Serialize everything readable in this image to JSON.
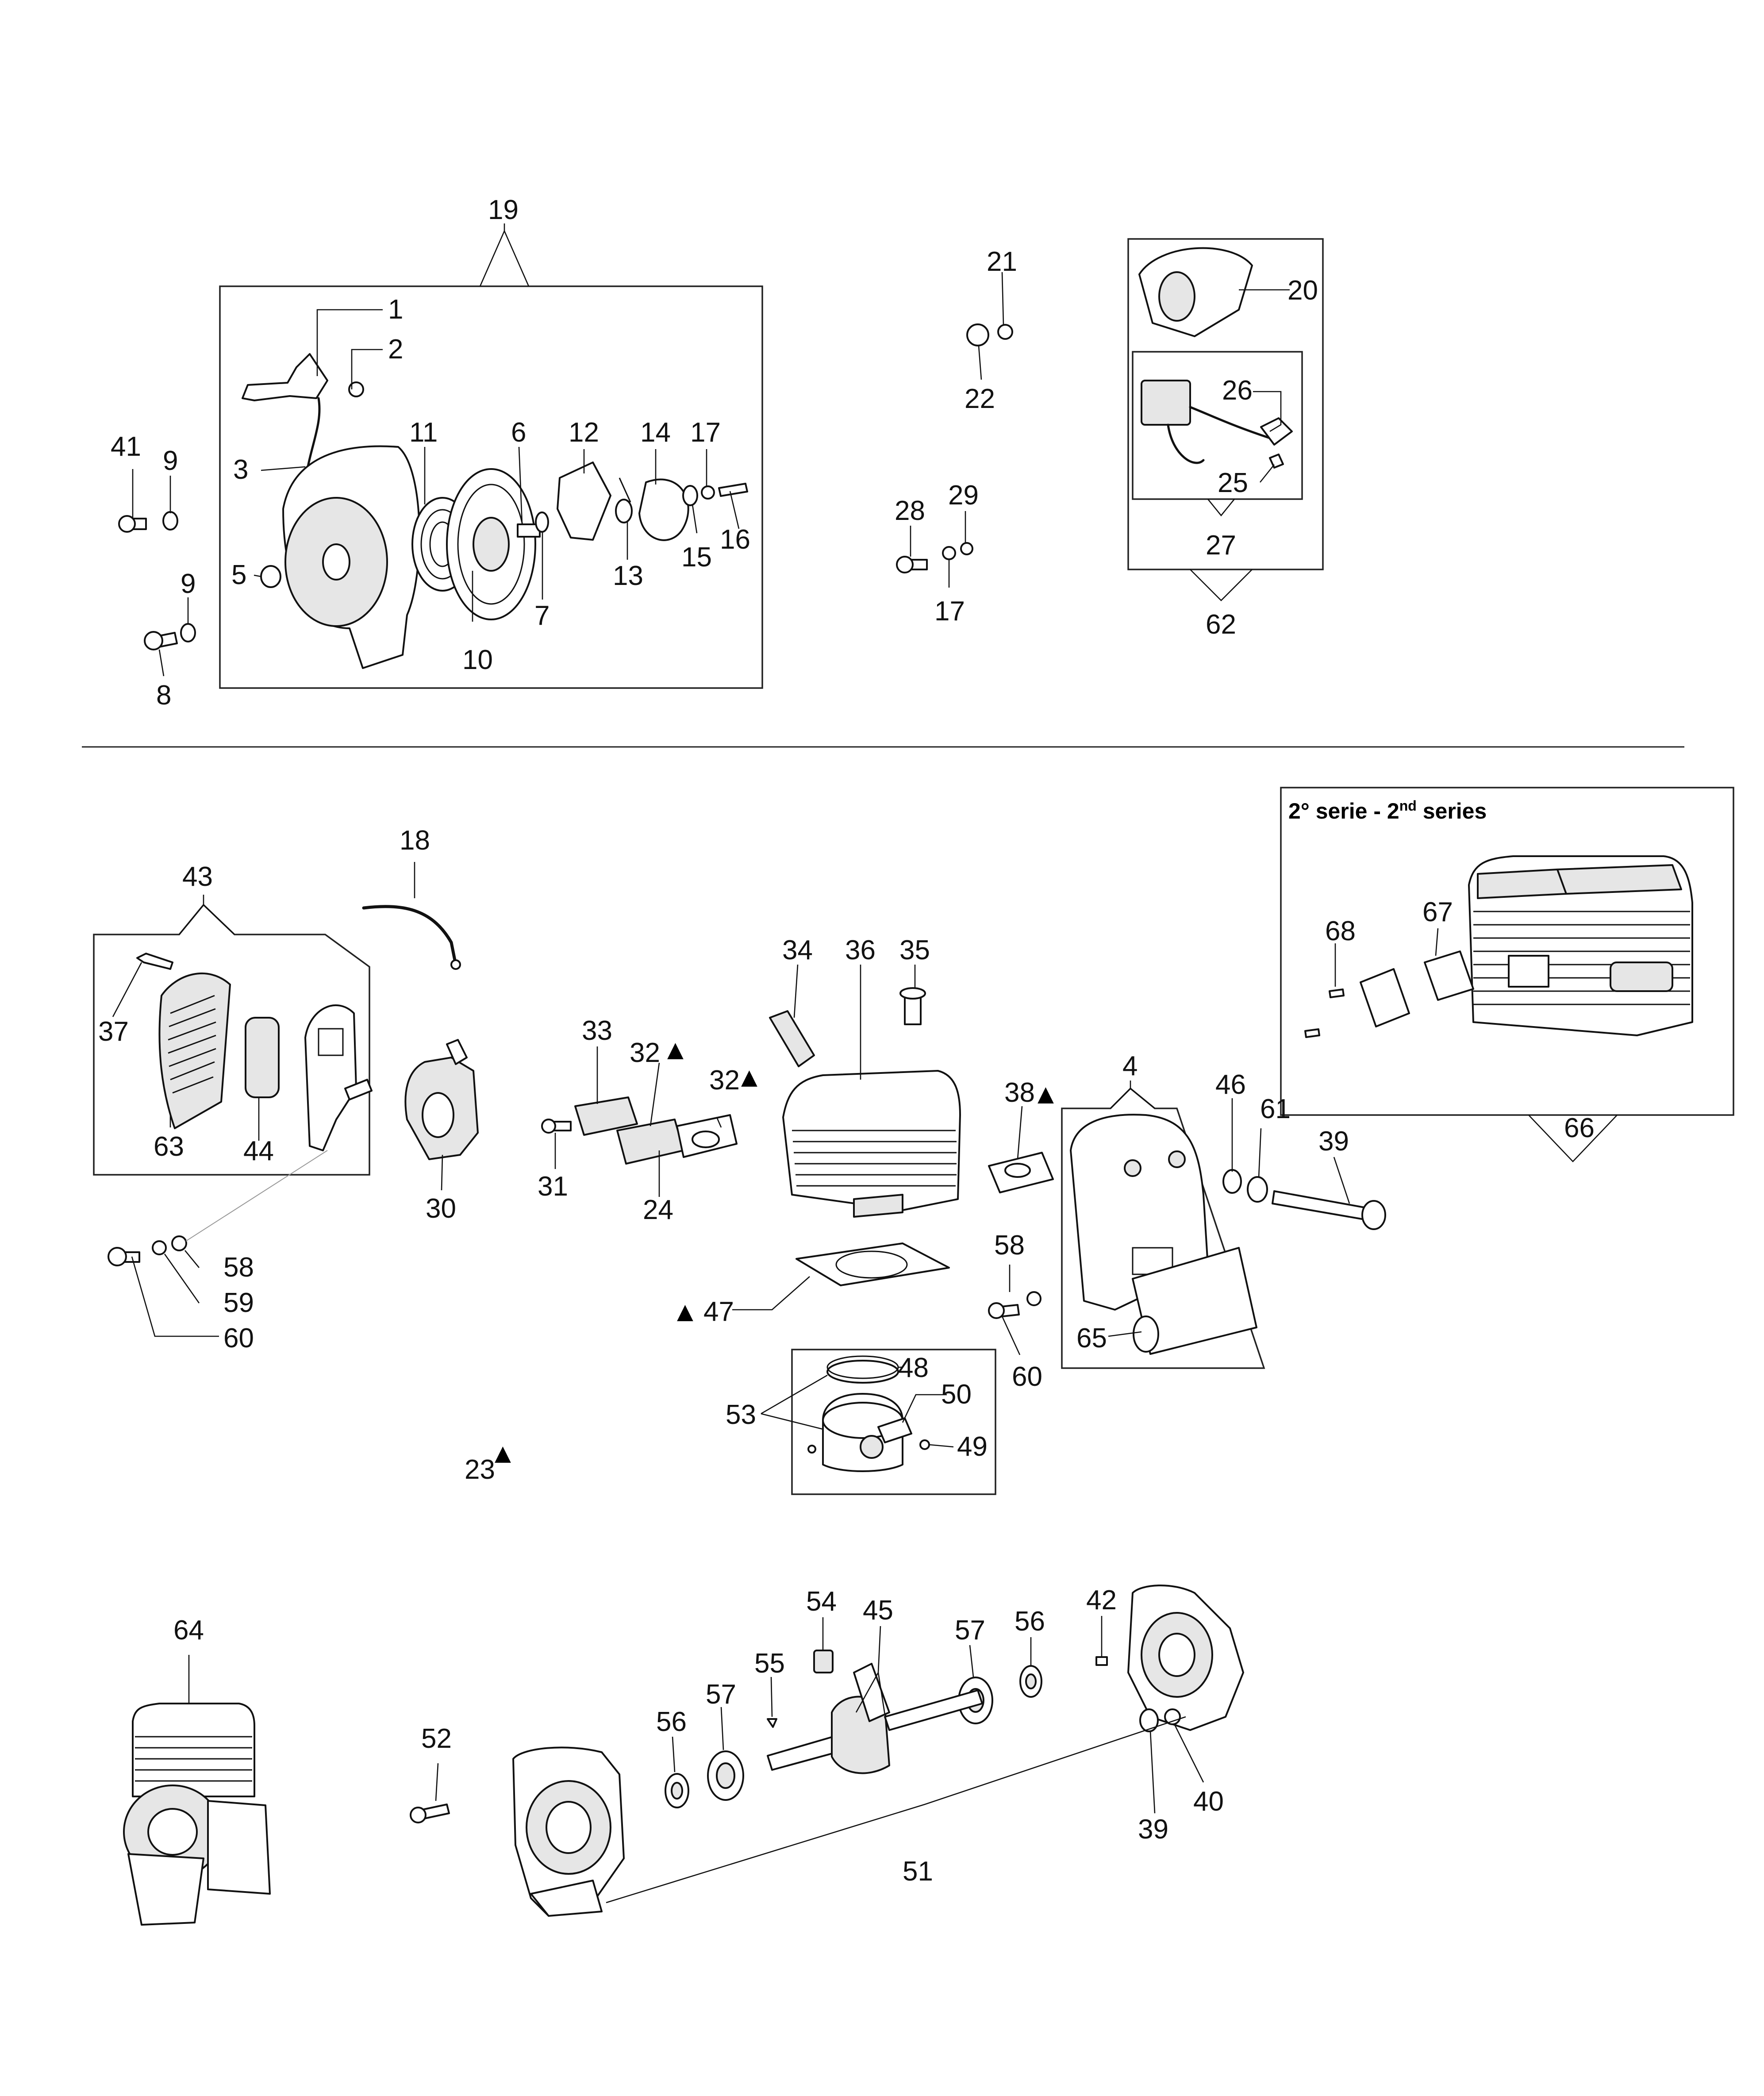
{
  "series_box": {
    "heading": "2° serie - 2",
    "heading_sup": "nd",
    "heading_tail": " series"
  },
  "marker": "▲",
  "labels": {
    "l1": "1",
    "l2": "2",
    "l3": "3",
    "l4": "4",
    "l5": "5",
    "l6": "6",
    "l7": "7",
    "l8": "8",
    "l9a": "9",
    "l9b": "9",
    "l10": "10",
    "l11": "11",
    "l12": "12",
    "l13": "13",
    "l14": "14",
    "l15": "15",
    "l16": "16",
    "l17a": "17",
    "l17b": "17",
    "l18": "18",
    "l19": "19",
    "l20": "20",
    "l21": "21",
    "l22": "22",
    "l23": "23",
    "l24": "24",
    "l25": "25",
    "l26": "26",
    "l27": "27",
    "l28": "28",
    "l29": "29",
    "l30": "30",
    "l31": "31",
    "l32a": "32",
    "l32b": "32",
    "l33": "33",
    "l34": "34",
    "l35": "35",
    "l36": "36",
    "l37": "37",
    "l38": "38",
    "l39a": "39",
    "l39b": "39",
    "l40": "40",
    "l41": "41",
    "l42": "42",
    "l43": "43",
    "l44": "44",
    "l45": "45",
    "l46": "46",
    "l47": "47",
    "l48": "48",
    "l49": "49",
    "l50": "50",
    "l51": "51",
    "l52": "52",
    "l53": "53",
    "l54": "54",
    "l55": "55",
    "l56a": "56",
    "l56b": "56",
    "l57a": "57",
    "l57b": "57",
    "l58a": "58",
    "l58b": "58",
    "l59": "59",
    "l60a": "60",
    "l60b": "60",
    "l61": "61",
    "l62": "62",
    "l63": "63",
    "l64": "64",
    "l65": "65",
    "l66": "66",
    "l67": "67",
    "l68": "68"
  }
}
